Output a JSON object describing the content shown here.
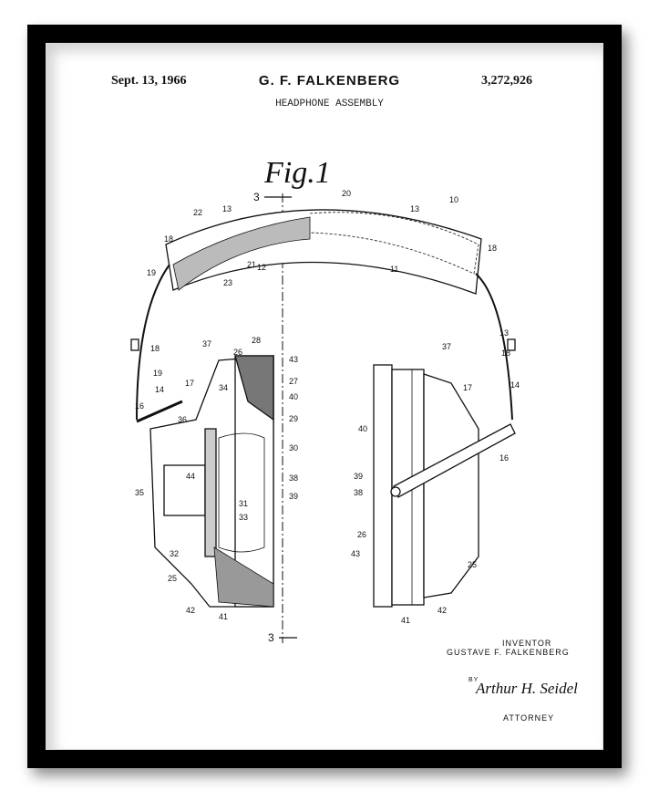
{
  "patent": {
    "date": "Sept. 13, 1966",
    "inventor_header": "G. F. FALKENBERG",
    "number": "3,272,926",
    "title": "HEADPHONE ASSEMBLY",
    "figure_label": "Fig.1",
    "section_marker": "3"
  },
  "signature_block": {
    "inventor_label": "INVENTOR",
    "inventor_name": "GUSTAVE F. FALKENBERG",
    "by_label": "BY",
    "signature": "Arthur H. Seidel",
    "attorney_label": "ATTORNEY"
  },
  "reference_numerals": [
    "10",
    "11",
    "12",
    "13",
    "14",
    "16",
    "17",
    "18",
    "19",
    "20",
    "21",
    "22",
    "23",
    "25",
    "26",
    "27",
    "28",
    "29",
    "30",
    "31",
    "32",
    "33",
    "34",
    "35",
    "36",
    "37",
    "38",
    "39",
    "40",
    "41",
    "42",
    "43",
    "44"
  ],
  "colors": {
    "frame": "#000000",
    "mat": "#ffffff",
    "ink": "#111111"
  }
}
